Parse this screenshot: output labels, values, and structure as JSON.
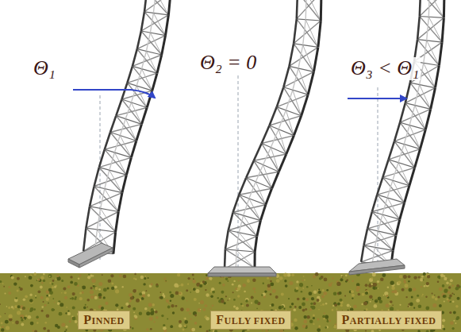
{
  "diagram": {
    "nodes": [
      {
        "text": [
          "PINNED"
        ]
      },
      {
        "text": [
          "FULLY FIXED"
        ]
      },
      {
        "text": [
          "PARTIALLY FIXED"
        ]
      }
    ],
    "labels": [
      "Θ₁",
      "Θ₂ = 0",
      "Θ₃ < Θ₁"
    ]
  }
}
